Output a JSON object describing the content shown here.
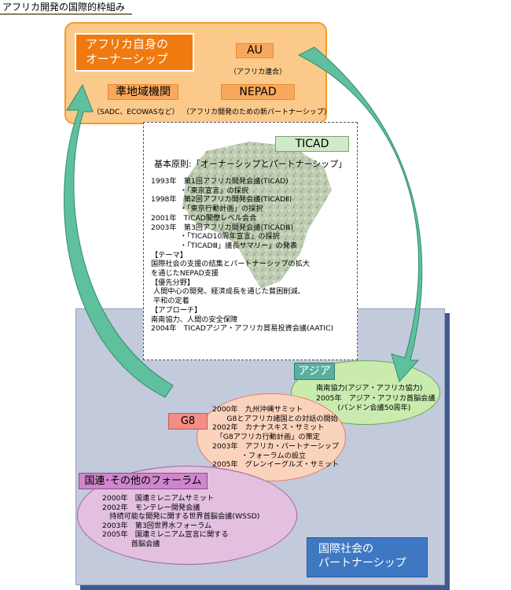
{
  "header": {
    "title": "アフリカ開発の国際的枠組み"
  },
  "africa_ownership": {
    "heading_line1": "アフリカ自身の",
    "heading_line2": "オーナーシップ",
    "au_label": "AU",
    "au_note": "（アフリカ連合）",
    "nepad_label": "NEPAD",
    "nepad_note": "（アフリカ開発のための新パートナーシップ）",
    "sub_regional_label": "準地域機関",
    "sub_regional_note": "（SADC、ECOWASなど）"
  },
  "ticad": {
    "tag": "TICAD",
    "basic_principle": "基本原則:「オーナーシップとパートナーシップ」",
    "lines": [
      "1993年　第1回アフリカ開発会議(TICAD)",
      "　　　　・「東京宣言」の採択",
      "1998年　第2回アフリカ開発会議(TICADⅡ)",
      "　　　　・「東京行動計画」の採択",
      "2001年　TICAD閣僚レベル会合",
      "2003年　第3回アフリカ開発会議(TICADⅢ)",
      "　　　　・「TICAD10周年宣言」の採択",
      "　　　　・「TICADⅢ」議長サマリー」の発表",
      "【テーマ】",
      "国際社会の支援の結集とパートナーシップの拡大",
      "を通じたNEPAD支援",
      "【優先分野】",
      " 人間中心の開発、経済成長を通じた貧困削減、",
      " 平和の定着",
      "【アプローチ】",
      "南南協力、人間の安全保障",
      "2004年　TICADアジア・アフリカ貿易投資会議(AATIC)"
    ]
  },
  "asia": {
    "tag": "アジア",
    "lines": [
      "南南協力(アジア・アフリカ協力)",
      "2005年　アジア・アフリカ首脳会議",
      "　　　(バンドン会議50周年)"
    ]
  },
  "g8": {
    "tag": "G8",
    "lines": [
      "2000年　九州沖縄サミット",
      "　　G8とアフリカ諸国との対話の開始",
      "2002年　カナナスキス・サミット",
      "　「G8アフリカ行動計画」の策定",
      "2003年　アフリカ・パートナーシップ",
      "　　　　・フォーラムの設立",
      "2005年　グレンイーグルズ・サミット"
    ]
  },
  "un": {
    "tag": "国連･その他のフォーラム",
    "lines": [
      "2000年　国連ミレニアムサミット",
      "2002年　モンテレー開発会議",
      "　持続可能な開発に関する世界首脳会議(WSSD)",
      "2003年　第3回世界水フォーラム",
      "2005年　国連ミレニアム宣言に関する",
      "　　　　首脳会議"
    ]
  },
  "international": {
    "heading_line1": "国際社会の",
    "heading_line2": "パートナーシップ"
  },
  "colors": {
    "africa_box": "#fbc98a",
    "ownership_box": "#f07a10",
    "intl_box": "#c2cadc",
    "asia_ellipse": "#c9ecae",
    "g8_ellipse": "#fbd3bd",
    "un_ellipse": "#e3bfe0",
    "arrow": "#5fc09e",
    "partnership_box": "#3f78c2"
  }
}
